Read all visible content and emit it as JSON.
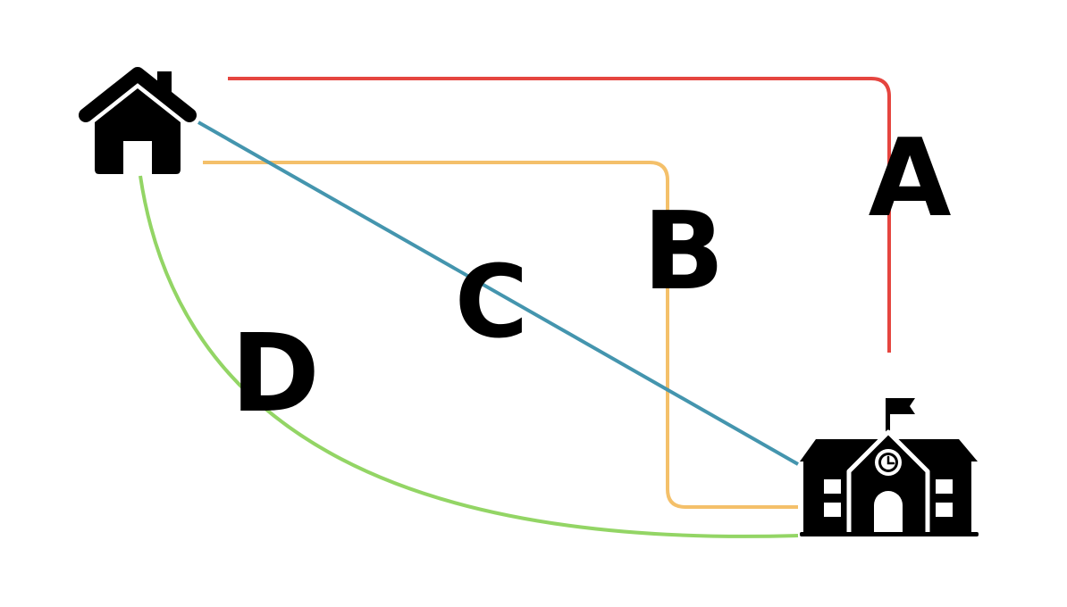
{
  "diagram": {
    "nodes": [
      {
        "id": "home",
        "icon": "house-icon"
      },
      {
        "id": "school",
        "icon": "school-building-icon"
      }
    ],
    "routes": [
      {
        "id": "A",
        "label": "A",
        "color": "#E5453F"
      },
      {
        "id": "B",
        "label": "B",
        "color": "#F4C06A"
      },
      {
        "id": "C",
        "label": "C",
        "color": "#4495AE"
      },
      {
        "id": "D",
        "label": "D",
        "color": "#93D565"
      }
    ]
  }
}
